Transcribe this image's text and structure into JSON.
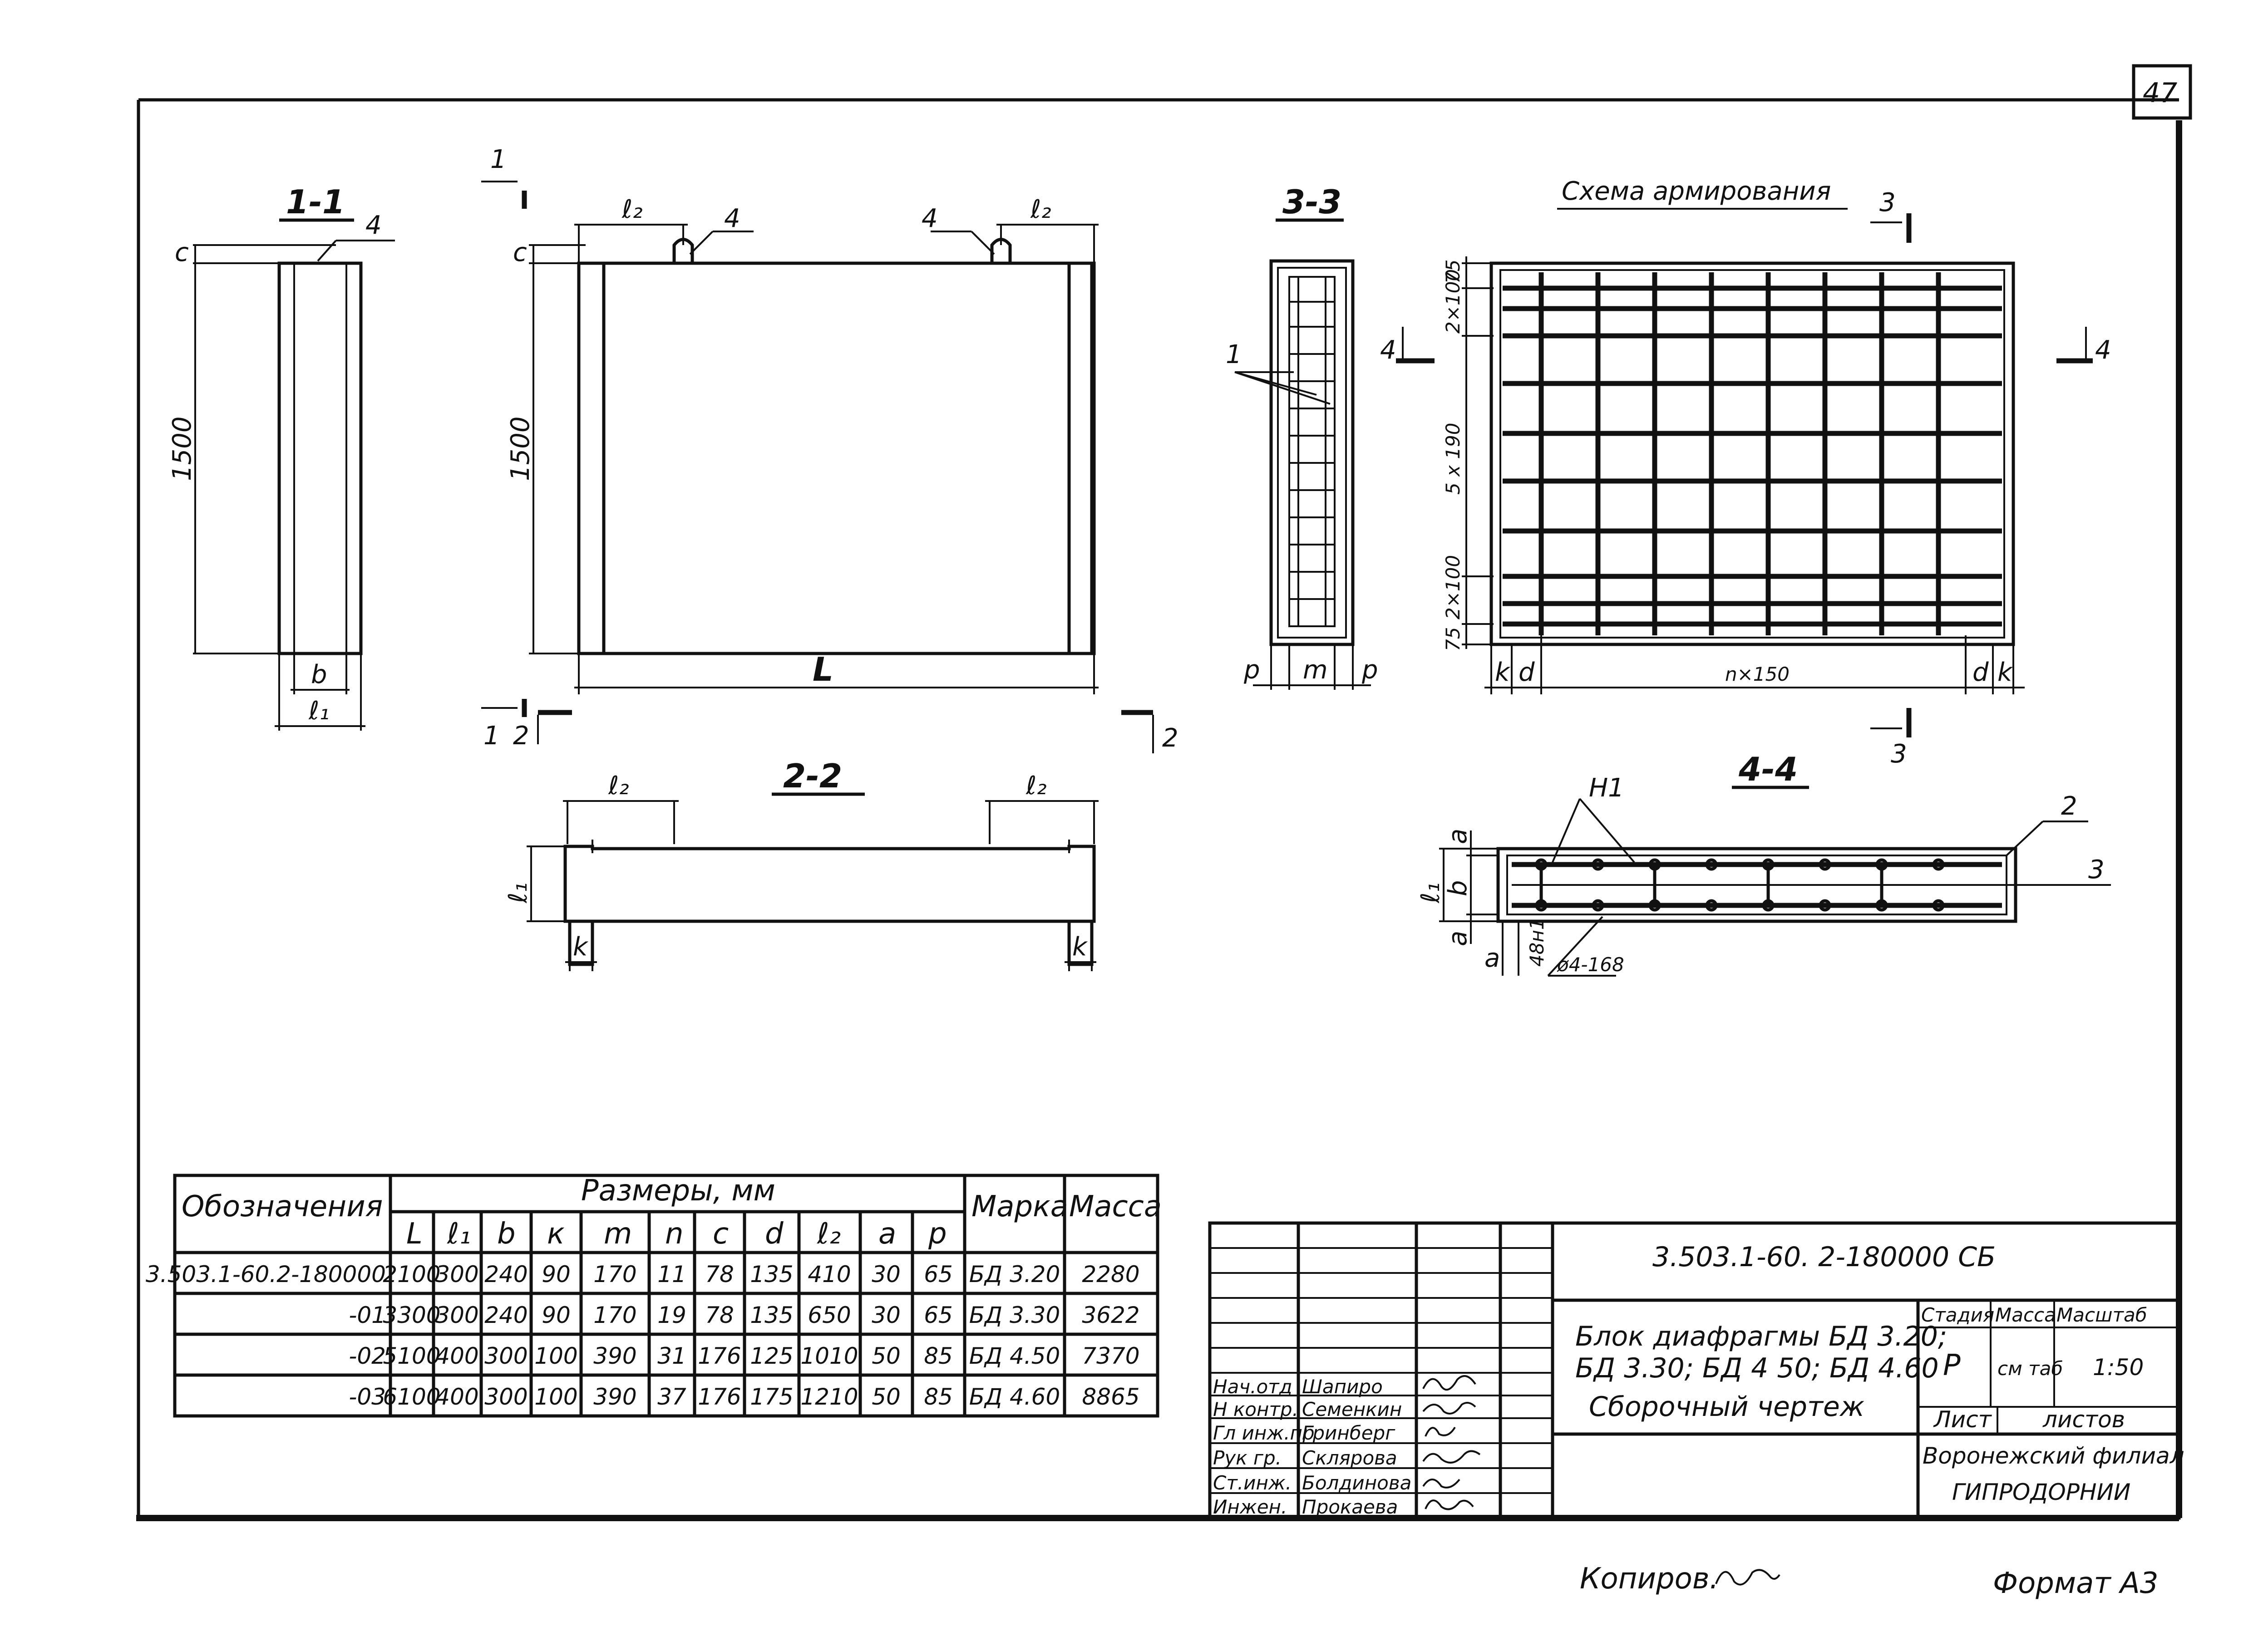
{
  "sheet_number": "47",
  "sections": {
    "s11": "1-1",
    "s22": "2-2",
    "s33": "3-3",
    "s44": "4-4",
    "scheme": "Схема армирования"
  },
  "dims": {
    "c": "c",
    "h1500": "1500",
    "b": "b",
    "l1": "ℓ₁",
    "l2": "ℓ₂",
    "L": "L",
    "k": "k",
    "d": "d",
    "p": "p",
    "m": "m",
    "a": "a",
    "nx150": "n×150",
    "v75": "75",
    "v2x100": "2×100",
    "v5x190": "5 x 190",
    "h1": "H1",
    "d4_168": "ø4-168",
    "a48n1": "48н1"
  },
  "callouts": {
    "n1": "1",
    "n2": "2",
    "n3": "3",
    "n4": "4"
  },
  "table": {
    "col_designation": "Обозначения",
    "col_sizes": "Размеры, мм",
    "col_mark": "Марка",
    "col_mass": "Масса",
    "sub_headers": [
      "L",
      "ℓ₁",
      "b",
      "к",
      "m",
      "n",
      "c",
      "d",
      "ℓ₂",
      "a",
      "p"
    ],
    "rows": [
      {
        "des": "3.503.1-60.2-180000",
        "vals": [
          "2100",
          "300",
          "240",
          "90",
          "170",
          "11",
          "78",
          "135",
          "410",
          "30",
          "65"
        ],
        "mark": "БД 3.20",
        "mass": "2280"
      },
      {
        "des": "-01",
        "vals": [
          "3300",
          "300",
          "240",
          "90",
          "170",
          "19",
          "78",
          "135",
          "650",
          "30",
          "65"
        ],
        "mark": "БД 3.30",
        "mass": "3622"
      },
      {
        "des": "-02",
        "vals": [
          "5100",
          "400",
          "300",
          "100",
          "390",
          "31",
          "176",
          "125",
          "1010",
          "50",
          "85"
        ],
        "mark": "БД 4.50",
        "mass": "7370"
      },
      {
        "des": "-03",
        "vals": [
          "6100",
          "400",
          "300",
          "100",
          "390",
          "37",
          "176",
          "175",
          "1210",
          "50",
          "85"
        ],
        "mark": "БД 4.60",
        "mass": "8865"
      }
    ]
  },
  "title_block": {
    "code": "3.503.1-60. 2-180000 СБ",
    "name_line1": "Блок диафрагмы БД 3.20;",
    "name_line2": "БД 3.30; БД 4 50; БД 4.60",
    "name_line3": "Сборочный чертеж",
    "stage_label": "Стадия",
    "mass_label": "Масса",
    "scale_label": "Масштаб",
    "stage_value": "Р",
    "mass_value": "см таб",
    "scale_value": "1:50",
    "sheet_label": "Лист",
    "sheets_label": "листов",
    "org_line1": "Воронежский филиал",
    "org_line2": "ГИПРОДОРНИИ",
    "staff": [
      {
        "role": "Нач.отд",
        "name": "Шапиро"
      },
      {
        "role": "Н контр.",
        "name": "Семенкин"
      },
      {
        "role": "Гл инж.пр",
        "name": "Гринберг"
      },
      {
        "role": "Рук гр.",
        "name": "Склярова"
      },
      {
        "role": "Ст.инж.",
        "name": "Болдинова"
      },
      {
        "role": "Инжен.",
        "name": "Прокаева"
      }
    ]
  },
  "footer": {
    "copied": "Копиров.",
    "format": "Формат А3"
  }
}
